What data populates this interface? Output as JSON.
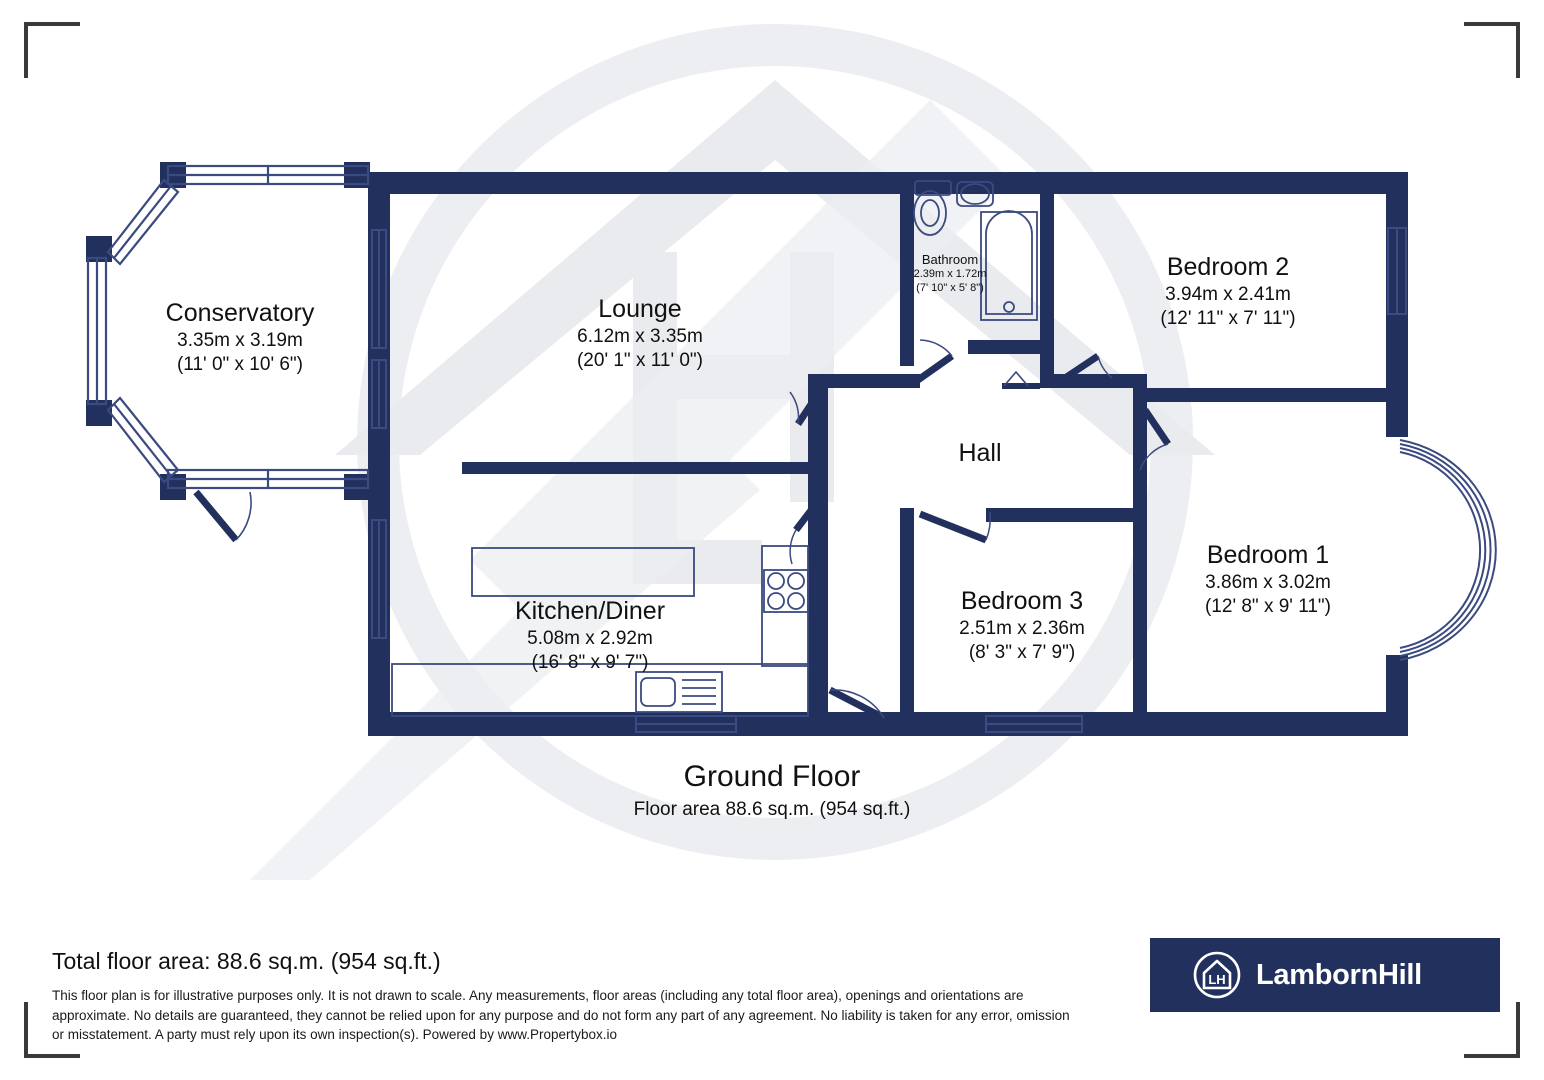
{
  "colors": {
    "wall": "#22305e",
    "window_line": "#3b4a80",
    "watermark": "#e8eaee",
    "brand_bg": "#22305e",
    "crop_mark": "#3a3a3a",
    "text": "#111111"
  },
  "plan": {
    "floor_title": "Ground Floor",
    "floor_area": "Floor area 88.6 sq.m. (954 sq.ft.)",
    "rooms": [
      {
        "key": "conservatory",
        "name": "Conservatory",
        "metric": "3.35m x 3.19m",
        "imperial": "(11' 0\" x 10' 6\")"
      },
      {
        "key": "lounge",
        "name": "Lounge",
        "metric": "6.12m x 3.35m",
        "imperial": "(20' 1\" x 11' 0\")"
      },
      {
        "key": "bathroom",
        "name": "Bathroom",
        "metric": "2.39m x 1.72m",
        "imperial": "(7' 10\" x 5' 8\")"
      },
      {
        "key": "bedroom2",
        "name": "Bedroom 2",
        "metric": "3.94m x 2.41m",
        "imperial": "(12' 11\" x 7' 11\")"
      },
      {
        "key": "hall",
        "name": "Hall",
        "metric": "",
        "imperial": ""
      },
      {
        "key": "bedroom1",
        "name": "Bedroom 1",
        "metric": "3.86m x 3.02m",
        "imperial": "(12' 8\" x 9' 11\")"
      },
      {
        "key": "kitchen",
        "name": "Kitchen/Diner",
        "metric": "5.08m x 2.92m",
        "imperial": "(16' 8\" x 9' 7\")"
      },
      {
        "key": "bedroom3",
        "name": "Bedroom 3",
        "metric": "2.51m x 2.36m",
        "imperial": "(8' 3\" x 7' 9\")"
      }
    ],
    "fixtures": [
      "toilet-icon",
      "basin-icon",
      "bath-icon",
      "hob-icon",
      "sink-icon",
      "worktop-icon"
    ]
  },
  "footer": {
    "total_area": "Total floor area: 88.6 sq.m. (954 sq.ft.)",
    "disclaimer": "This floor plan is for illustrative purposes only. It is not drawn to scale. Any measurements, floor areas (including any total floor area), openings and orientations are approximate. No details are guaranteed, they cannot be relied upon for any purpose and do not form any part of any agreement. No liability is taken for any error, omission or misstatement. A party must rely upon its own inspection(s). Powered by www.Propertybox.io"
  },
  "brand": {
    "name": "LambornHill",
    "monogram": "LH",
    "logo_icon": "house-in-circle-icon"
  }
}
